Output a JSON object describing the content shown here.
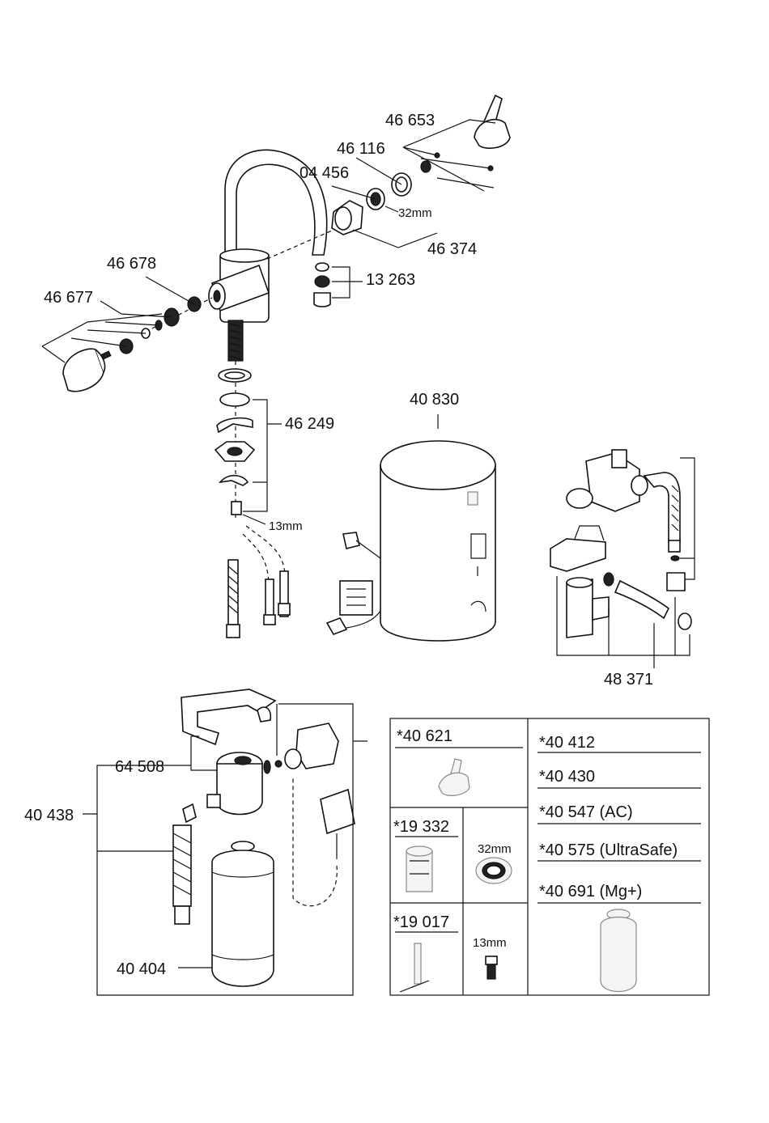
{
  "parts": {
    "p46653": "46 653",
    "p46116": "46 116",
    "p04456": "04 456",
    "size32a": "32mm",
    "p46374": "46 374",
    "p46678": "46 678",
    "p46677": "46 677",
    "p13263": "13 263",
    "p40830": "40 830",
    "p46249": "46 249",
    "size13a": "13mm",
    "p48371": "48 371",
    "p64508": "64 508",
    "p40438": "40 438",
    "p40404": "40 404"
  },
  "accessory_table": {
    "left": [
      {
        "code": "*40 621"
      },
      {
        "code": "*19 332",
        "size": "32mm"
      },
      {
        "code": "*19 017",
        "size": "13mm"
      }
    ],
    "right": [
      "*40 412",
      "*40 430",
      "*40 547 (AC)",
      "*40 575 (UltraSafe)",
      "*40 691 (Mg+)"
    ]
  }
}
